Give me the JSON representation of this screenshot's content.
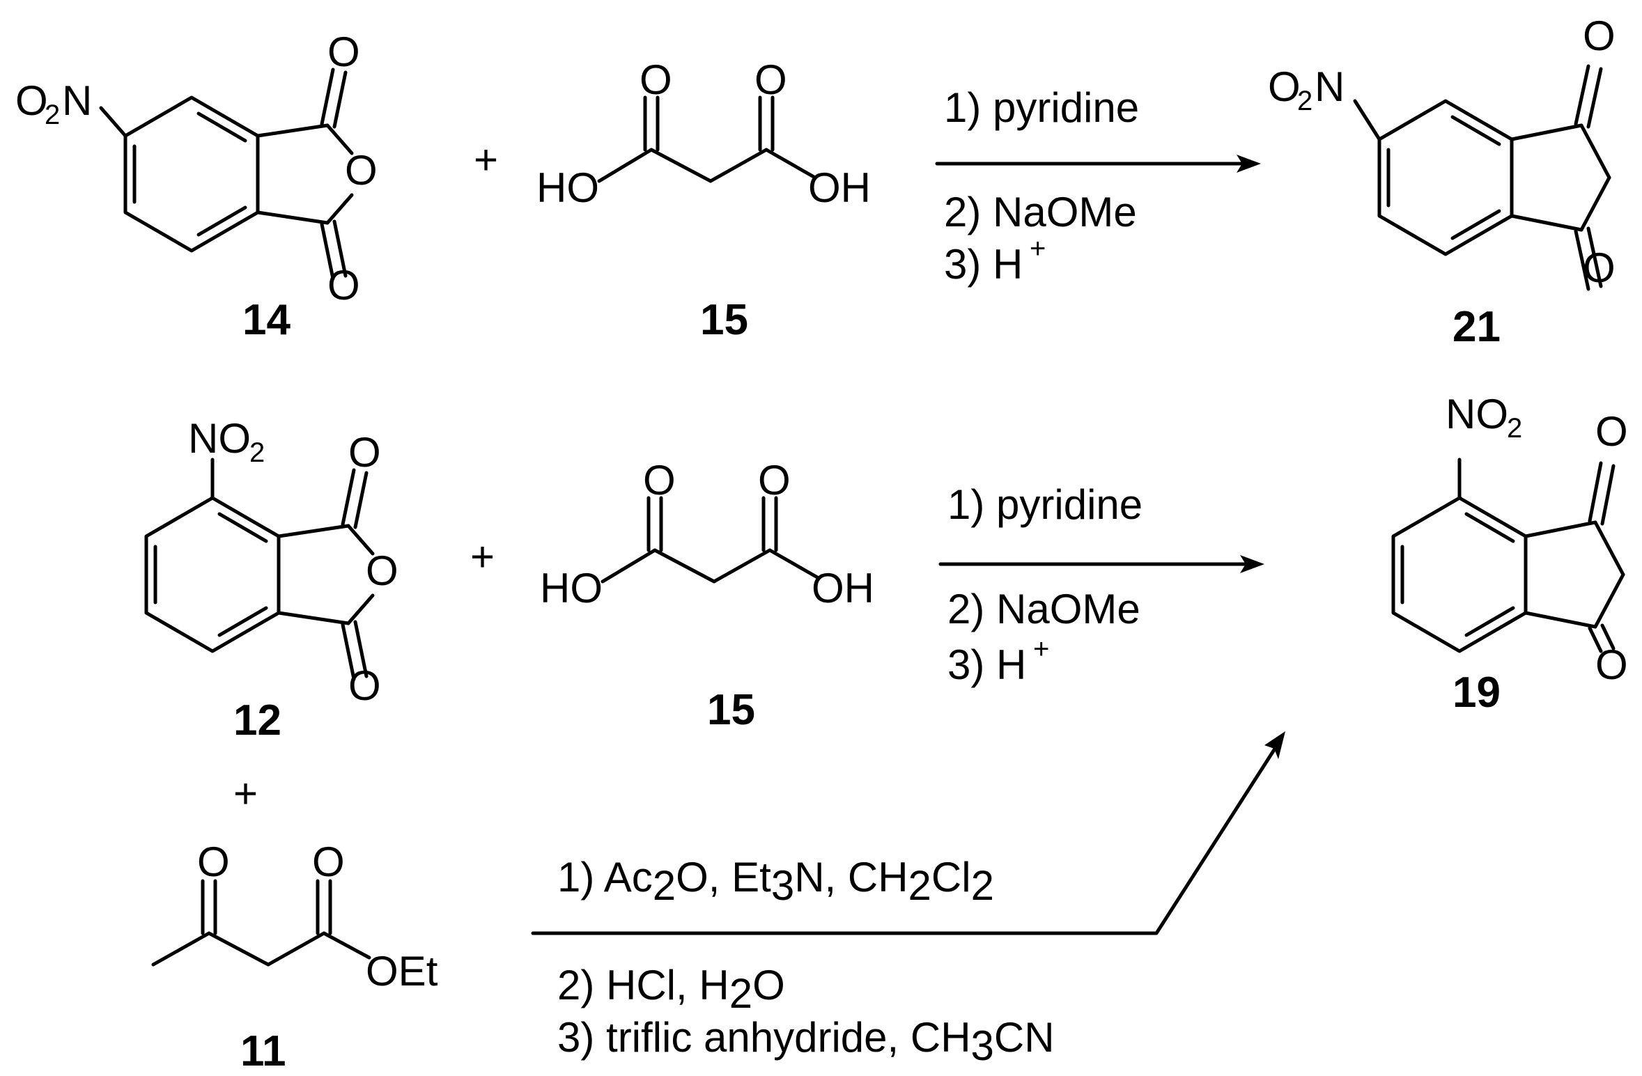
{
  "reactions": [
    {
      "reactant_a": {
        "id": "14",
        "labels": {
          "nitro_prefix": "O",
          "nitro_sub": "2",
          "nitro_suffix": "N",
          "o_top": "O",
          "o_ring": "O",
          "o_bottom": "O"
        }
      },
      "plus": "+",
      "reactant_b": {
        "id": "15",
        "labels": {
          "o_left": "O",
          "o_right": "O",
          "ho": "HO",
          "oh": "OH"
        }
      },
      "conditions_above": [
        "1) pyridine"
      ],
      "conditions_below": [
        "2) NaOMe",
        "3) H"
      ],
      "superscript": "+",
      "product": {
        "id": "21",
        "labels": {
          "nitro_prefix": "O",
          "nitro_sub": "2",
          "nitro_suffix": "N",
          "o_top": "O",
          "o_bottom": "O"
        }
      }
    },
    {
      "reactant_a": {
        "id": "12",
        "labels": {
          "nitro_prefix": "NO",
          "nitro_sub": "2",
          "o_top": "O",
          "o_ring": "O",
          "o_bottom": "O"
        }
      },
      "plus": "+",
      "reactant_b": {
        "id": "15",
        "labels": {
          "o_left": "O",
          "o_right": "O",
          "ho": "HO",
          "oh": "OH"
        }
      },
      "conditions_above": [
        "1) pyridine"
      ],
      "conditions_below": [
        "2) NaOMe",
        "3) H"
      ],
      "superscript": "+",
      "product": {
        "id": "19",
        "labels": {
          "nitro_prefix": "NO",
          "nitro_sub": "2",
          "o_top": "O",
          "o_bottom": "O"
        }
      }
    },
    {
      "plus": "+",
      "reactant": {
        "id": "11",
        "labels": {
          "o_left": "O",
          "o_right": "O",
          "oet": "OEt"
        }
      },
      "conditions_above": {
        "line1_parts": [
          "1) Ac",
          "2",
          "O, Et",
          "3",
          "N, CH",
          "2",
          "Cl",
          "2"
        ]
      },
      "conditions_below": {
        "line2_parts": [
          "2) HCl, H",
          "2",
          "O"
        ],
        "line3_parts": [
          "3) triflic anhydride, CH",
          "3",
          "CN"
        ]
      }
    }
  ]
}
